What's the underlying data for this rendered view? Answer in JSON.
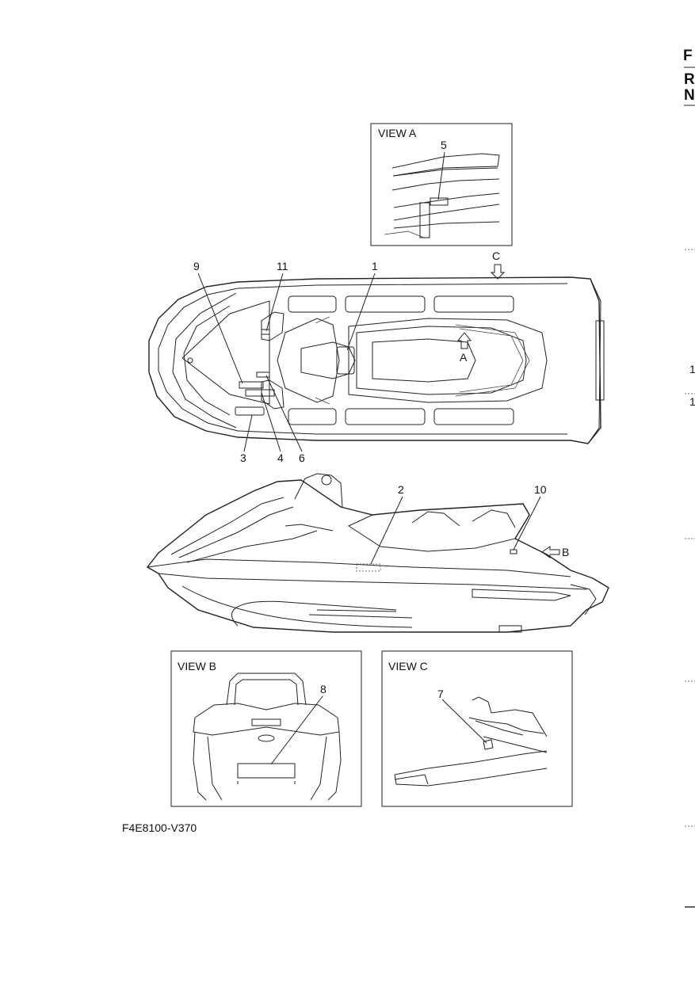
{
  "edge_text": {
    "line1": "F",
    "line2": "R",
    "line3": "N",
    "mark_a": "1",
    "mark_b": "1"
  },
  "views": {
    "view_a": "VIEW A",
    "view_b": "VIEW B",
    "view_c": "VIEW C"
  },
  "callouts": {
    "c1": "1",
    "c2": "2",
    "c3": "3",
    "c4": "4",
    "c5": "5",
    "c6": "6",
    "c7": "7",
    "c8": "8",
    "c9": "9",
    "c10": "10",
    "c11": "11"
  },
  "arrows": {
    "a": "A",
    "b": "B",
    "c": "C"
  },
  "figure_code": "F4E8100-V370"
}
